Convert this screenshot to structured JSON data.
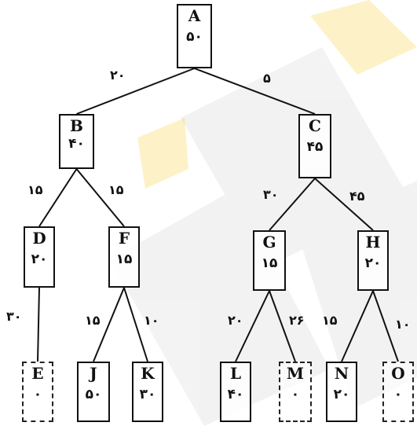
{
  "tree": {
    "nodes": [
      {
        "id": "A",
        "label": "A",
        "value": "۵۰",
        "style": "solid"
      },
      {
        "id": "B",
        "label": "B",
        "value": "۴۰",
        "style": "solid"
      },
      {
        "id": "C",
        "label": "C",
        "value": "۴۵",
        "style": "solid"
      },
      {
        "id": "D",
        "label": "D",
        "value": "۲۰",
        "style": "solid"
      },
      {
        "id": "F",
        "label": "F",
        "value": "۱۵",
        "style": "solid"
      },
      {
        "id": "G",
        "label": "G",
        "value": "۱۵",
        "style": "solid"
      },
      {
        "id": "H",
        "label": "H",
        "value": "۲۰",
        "style": "solid"
      },
      {
        "id": "E",
        "label": "E",
        "value": "۰",
        "style": "dashed"
      },
      {
        "id": "J",
        "label": "J",
        "value": "۵۰",
        "style": "solid"
      },
      {
        "id": "K",
        "label": "K",
        "value": "۳۰",
        "style": "solid"
      },
      {
        "id": "L",
        "label": "L",
        "value": "۴۰",
        "style": "solid"
      },
      {
        "id": "M",
        "label": "M",
        "value": "۰",
        "style": "dashed"
      },
      {
        "id": "N",
        "label": "N",
        "value": "۲۰",
        "style": "solid"
      },
      {
        "id": "O",
        "label": "O",
        "value": "۰",
        "style": "dashed"
      }
    ],
    "edges": [
      {
        "from": "A",
        "to": "B",
        "weight": "۲۰"
      },
      {
        "from": "A",
        "to": "C",
        "weight": "۵"
      },
      {
        "from": "B",
        "to": "D",
        "weight": "۱۵"
      },
      {
        "from": "B",
        "to": "F",
        "weight": "۱۵"
      },
      {
        "from": "C",
        "to": "G",
        "weight": "۳۰"
      },
      {
        "from": "C",
        "to": "H",
        "weight": "۴۵"
      },
      {
        "from": "D",
        "to": "E",
        "weight": "۳۰"
      },
      {
        "from": "F",
        "to": "J",
        "weight": "۱۵"
      },
      {
        "from": "F",
        "to": "K",
        "weight": "۱۰"
      },
      {
        "from": "G",
        "to": "L",
        "weight": "۲۰"
      },
      {
        "from": "G",
        "to": "M",
        "weight": "۲۶"
      },
      {
        "from": "H",
        "to": "N",
        "weight": "۱۵"
      },
      {
        "from": "H",
        "to": "O",
        "weight": "۱۰"
      }
    ]
  },
  "colors": {
    "line": "#111111",
    "watermark_yellow": "#f6c400",
    "watermark_gray": "#9a9a9a"
  }
}
